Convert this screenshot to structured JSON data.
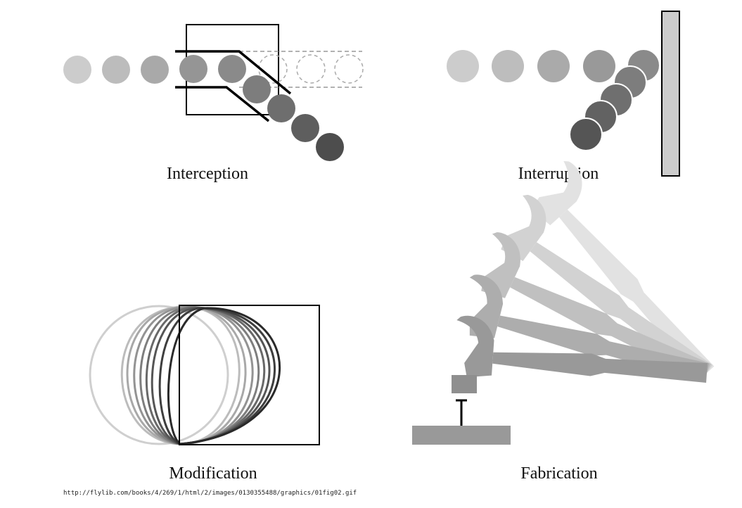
{
  "captions": {
    "interception": "Interception",
    "interruption": "Interruption",
    "modification": "Modification",
    "fabrication": "Fabrication"
  },
  "source_url": "http://flylib.com/books/4/269/1/html/2/images/0130355488/graphics/01fig02.gif"
}
